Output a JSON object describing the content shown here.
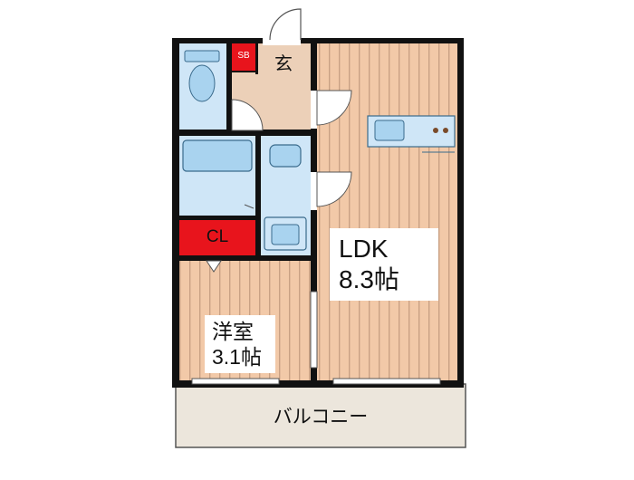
{
  "rooms": {
    "ldk": {
      "name": "LDK",
      "size": "8.3帖"
    },
    "western": {
      "name": "洋室",
      "size": "3.1帖"
    },
    "closet": {
      "name": "CL"
    },
    "entrance": {
      "name": "玄"
    },
    "shoebox": {
      "name": "SB"
    },
    "balcony": {
      "name": "バルコニー"
    }
  },
  "colors": {
    "wall": "#111111",
    "floor_wood": "#f2c9a8",
    "floor_stripe": "#c9a184",
    "wet_area": "#cfe6f7",
    "fixture": "#a9d3ef",
    "closet": "#e8141c",
    "entrance_floor": "#ecd0b8",
    "balcony": "#ece6dc"
  }
}
